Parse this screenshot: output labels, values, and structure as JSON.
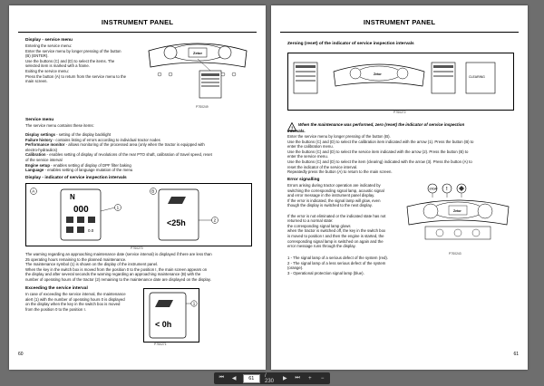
{
  "left": {
    "title": "INSTRUMENT PANEL",
    "s1_head": "Display - service menu",
    "s1_lines": [
      "Entering the service menu:",
      "Enter the service menu by longer pressing of the button",
      "(B) (ENTER).",
      "Use the buttons (C) and (D) to select the items. The",
      "selected item is marked with a frame.",
      "Exiting the service menu:",
      "Press the button (A) to return from the service menu to the",
      "main screen."
    ],
    "fig1_caption": "P7S0249",
    "s2_head": "Service menu",
    "s2_line": "The service menu contains these items:",
    "items": [
      {
        "k": "Display settings",
        "v": " - setting of the display backlight"
      },
      {
        "k": "Failure history",
        "v": " - contains listing of errors according to individual tractor nodes"
      },
      {
        "k": "Performance monitor",
        "v": " - allows monitoring of the processed area (only when the tractor is equipped with"
      },
      {
        "k": "",
        "v": "electro-hydraulics)"
      },
      {
        "k": "Calibration",
        "v": " - enables setting of display of revolutions of the rear PTO shaft, calibration of travel speed, reset"
      },
      {
        "k": "",
        "v": "of the service interval"
      },
      {
        "k": "Engine setup",
        "v": " - enables setting of display of DPF filter baking"
      },
      {
        "k": "Language",
        "v": " - enables setting of language mutation of the menu"
      }
    ],
    "s3_head": "Display - indicator of service inspection intervals",
    "fig2_value": "000",
    "fig2_letter": "N",
    "fig2_left_caption": "0.0",
    "fig2_mid_value": "<25h",
    "fig2_callout": "1",
    "fig2_caption": "P7S0270",
    "fig2_tag_a": "A",
    "fig2_tag_b": "B",
    "s3_lines": [
      "The warning regarding an approaching maintenance date (service interval) is displayed if there are less than",
      "25 operating hours remaining to the planned maintenance.",
      "The maintenance symbol (1) is shown on the display of the instrument panel.",
      "When the key in the switch box is moved from the position 0 to the position I, the main screen appears on",
      "the display and after several seconds the warning regarding an approaching maintenance (B) with the",
      "number of operating hours of the tractor (2) remaining to the maintenance date are displayed on the display."
    ],
    "s4_head": "Exceeding the service interval",
    "s4_lines": [
      "In case of exceeding the service interval, the maintenance",
      "alert (1) with the number of operating hours 0 is displayed",
      "on the display when the key in the switch box is moved",
      "from the position 0 to the position I."
    ],
    "fig3_value": "< 0h",
    "fig3_callout": "1",
    "fig3_caption": "P7S0271",
    "page_number": "60"
  },
  "right": {
    "title": "INSTRUMENT PANEL",
    "s1_head": "Zeroing (reset) of the indicator of service inspection intervals",
    "fig1_caption": "P7S0272",
    "fig1_label": "CLEARING",
    "warn_head": "When the maintenance was performed, zero (reset) the indicator of service inspection",
    "warn_head2": "intervals.",
    "warn_lines": [
      "Enter the service menu by longer pressing of the button (B).",
      "Use the buttons (C) and (D) to select the calibration item indicated with the arrow (1). Press the button (B) to",
      "enter the calibration menu.",
      "Use the buttons (C) and (D) to select the service item indicated with the arrow (2). Press the button (B) to",
      "enter the service menu.",
      "Use the buttons (C) and (D) to select the item (clearing) indicated with the arrow (3). Press the button (A) to",
      "reset the indicator of the service interval.",
      "Repeatedly press the button (A) to return to the main screen."
    ],
    "s2_head": "Error signalling",
    "s2_lines": [
      "Errors arising during tractor operation are indicated by",
      "switching the corresponding signal lamp, acoustic signal",
      "and error message in the instrument panel display.",
      "If the error is indicated, the signal lamp will glow, even",
      "though the display is switched to the next display.",
      "",
      "If the error is not eliminated or the indicated state has not",
      "returned to a normal state:",
      "the corresponding signal lamp glows",
      "when the tractor is switched off, the key in the switch box",
      "is moved to position I and then the engine is started, the",
      "corresponding signal lamp is switched on again and the",
      "error message runs through the display."
    ],
    "fig2_caption": "P7S0243",
    "fig2_callouts": [
      "1",
      "2",
      "3"
    ],
    "legend": [
      "1 - The signal lamp of a serious defect of the system (red).",
      "2 - The signal lamp of a less serious defect of the system",
      "(orange).",
      "3 - Operational protection signal lamp (blue)."
    ],
    "page_number": "61"
  },
  "toolbar": {
    "current_page": "61",
    "total_label": "/ 230"
  }
}
